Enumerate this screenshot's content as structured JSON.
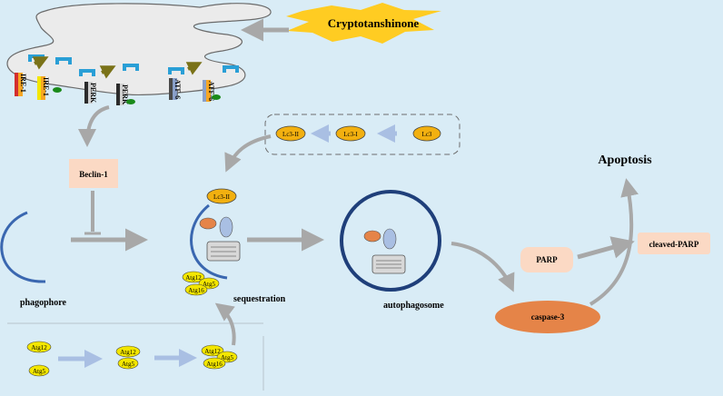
{
  "title_drug": "Cryptotanshinone",
  "er_receptors": {
    "ire1a": "IRE-1",
    "ire1b": "IRE-1",
    "perka": "PERK",
    "perkb": "PERK",
    "atf6a": "ATF-6",
    "atf6b": "ATF-6"
  },
  "beclin": "Beclin-1",
  "lc3": {
    "lc3_ii": "Lc3-II",
    "lc3_i": "Lc3-I",
    "lc3": "Lc3",
    "lc3_ii_membrane": "Lc3-II"
  },
  "stages": {
    "phagophore": "phagophore",
    "sequestration": "sequestration",
    "autophagosome": "autophagosome"
  },
  "atg": {
    "a1_atg12": "Atg12",
    "a1_atg5": "Atg5",
    "a2_atg12": "Atg12",
    "a2_atg5": "Atg5",
    "a3_atg12": "Atg12",
    "a3_atg5": "Atg5",
    "a3_atg16": "Atg16",
    "m_atg12": "Atg12",
    "m_atg5": "Atg5",
    "m_atg16": "Atg16"
  },
  "apoptosis": {
    "title": "Apoptosis",
    "parp": "PARP",
    "cleaved_parp": "cleaved-PARP",
    "caspase3": "caspase-3"
  },
  "colors": {
    "background": "#d9ecf6",
    "arrow_gray": "#a8a8a8",
    "er_body": "#ebebeb",
    "receptor_blue": "#2a9fd6",
    "yellow_node": "#f0d400",
    "orange_node": "#f2b010",
    "star": "#ffcc22",
    "peach_box": "#fbd9c4",
    "caspase": "#e58448",
    "membrane_blue": "#3a67b0",
    "dark_arrow": "#7a7218"
  }
}
